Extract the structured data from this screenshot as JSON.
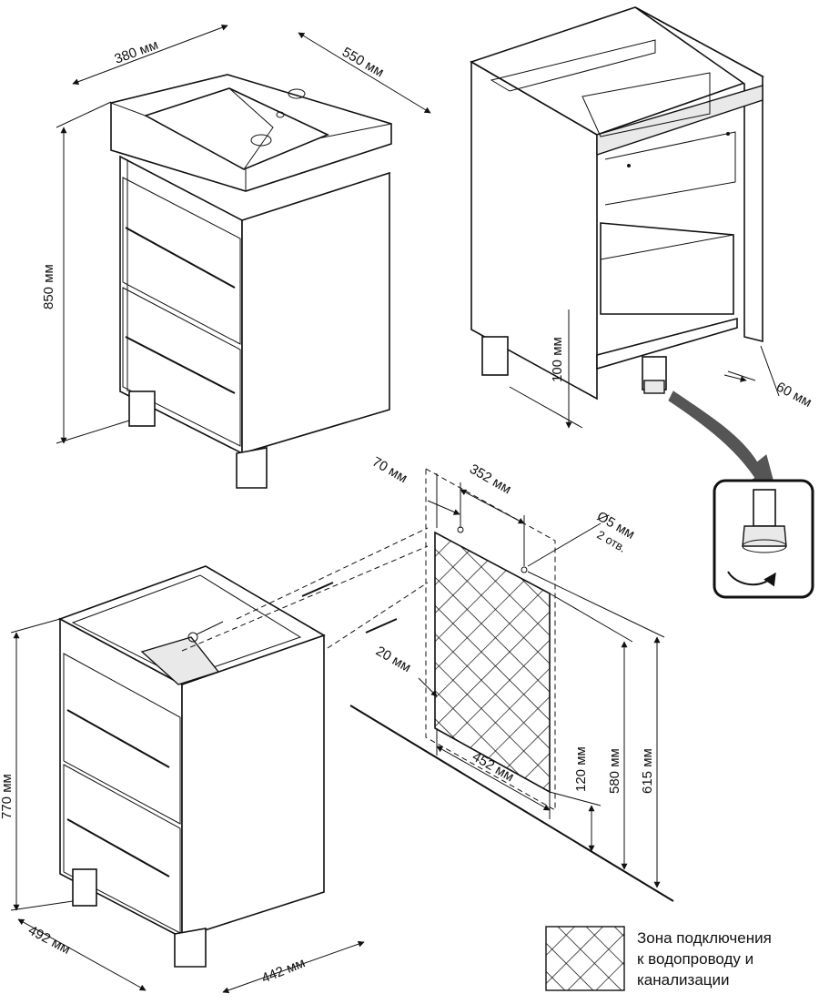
{
  "dimensions": {
    "sink_width": "380 мм",
    "sink_depth": "550 мм",
    "sink_height": "850 мм",
    "leg_height": "100 мм",
    "back_offset": "60 мм",
    "zone_left": "70 мм",
    "holes_spacing": "352 мм",
    "hole_diameter": "Ø5 мм",
    "hole_count": "2 отв.",
    "zone_margin": "20 мм",
    "zone_width": "452 мм",
    "zone_bottom": "120 мм",
    "zone_top": "580 мм",
    "holes_height": "615 мм",
    "cabinet_height": "770 мм",
    "cabinet_depth": "492 мм",
    "cabinet_width": "442 мм"
  },
  "legend": {
    "line1": "Зона подключения",
    "line2": "к водопроводу и",
    "line3": "канализации"
  },
  "colors": {
    "ink": "#111111",
    "zoomFrame": "#555555",
    "paper": "#ffffff"
  }
}
